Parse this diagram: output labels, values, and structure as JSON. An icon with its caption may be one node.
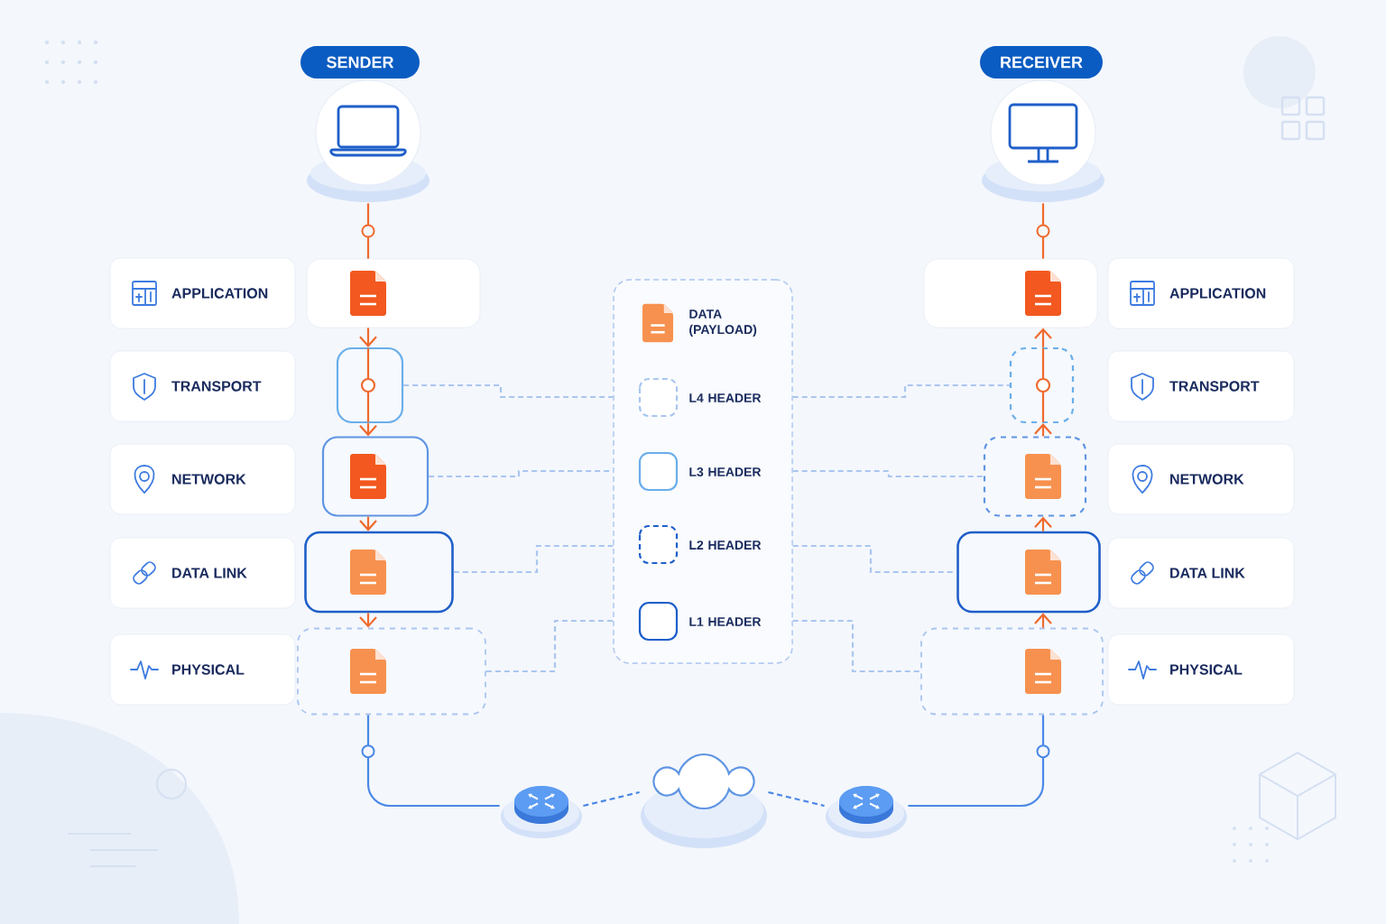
{
  "diagram": {
    "nodes": [
      {
        "text": [
          "SENDER"
        ]
      },
      {
        "text": [],
        "shape": "picture"
      },
      {
        "text": [
          "RECEIVER"
        ]
      },
      {
        "text": [],
        "shape": "picture"
      },
      {
        "text": [
          "APPLICATION"
        ]
      },
      {
        "text": [
          "TRANSPORT"
        ]
      },
      {
        "text": [
          "NETWORK"
        ]
      },
      {
        "text": [
          "DATA LINK"
        ]
      },
      {
        "text": [
          "PHYSICAL"
        ]
      },
      {
        "text": [],
        "shape": "box"
      },
      {
        "text": [],
        "shape": "box"
      },
      {
        "text": [],
        "shape": "box"
      },
      {
        "text": [],
        "shape": "box"
      },
      {
        "text": [],
        "shape": "box"
      },
      {
        "text": [],
        "shape": "box"
      },
      {
        "text": [],
        "shape": "box"
      },
      {
        "text": [],
        "shape": "box"
      },
      {
        "text": [],
        "shape": "box"
      },
      {
        "text": [],
        "shape": "box"
      },
      {
        "text": [],
        "shape": "box"
      },
      {
        "text": [
          "APPLICATION"
        ]
      },
      {
        "text": [
          "TRANSPORT"
        ]
      },
      {
        "text": [
          "NETWORK"
        ]
      },
      {
        "text": [
          "DATA LINK"
        ]
      },
      {
        "text": [
          "PHYSICAL"
        ]
      },
      {
        "text": [],
        "shape": "picture"
      },
      {
        "text": [],
        "shape": "cloud"
      },
      {
        "text": [],
        "shape": "picture"
      }
    ],
    "edges": [
      {
        "from": 1,
        "to": 9,
        "arrow": "none"
      },
      {
        "from": 9,
        "to": 10,
        "arrow": "to"
      },
      {
        "from": 10,
        "to": 11,
        "arrow": "to"
      },
      {
        "from": 11,
        "to": 12,
        "arrow": "to"
      },
      {
        "from": 12,
        "to": 13,
        "arrow": "to"
      },
      {
        "from": 13,
        "to": 25,
        "arrow": "none",
        "color": "#4a88e6"
      },
      {
        "from": 25,
        "to": 26,
        "arrow": "none",
        "style": "dashed",
        "color": "#4a88e6"
      },
      {
        "from": 26,
        "to": 27,
        "arrow": "none",
        "style": "dashed",
        "color": "#4a88e6"
      },
      {
        "from": 27,
        "to": 19,
        "arrow": "none",
        "color": "#4a88e6"
      },
      {
        "from": 19,
        "to": 18,
        "arrow": "to"
      },
      {
        "from": 18,
        "to": 17,
        "arrow": "to"
      },
      {
        "from": 17,
        "to": 16,
        "arrow": "to"
      },
      {
        "from": 16,
        "to": 15,
        "arrow": "to"
      },
      {
        "from": 15,
        "to": 3,
        "arrow": "none"
      },
      {
        "from": 10,
        "to": 14,
        "arrow": "none",
        "style": "dashed",
        "color": "#aac6f0"
      },
      {
        "from": 11,
        "to": 14,
        "arrow": "none",
        "style": "dashed",
        "color": "#aac6f0"
      },
      {
        "from": 12,
        "to": 14,
        "arrow": "none",
        "style": "dashed",
        "color": "#aac6f0"
      },
      {
        "from": 13,
        "to": 14,
        "arrow": "none",
        "style": "dashed",
        "color": "#aac6f0"
      },
      {
        "from": 14,
        "to": 16,
        "arrow": "none",
        "style": "dashed",
        "color": "#aac6f0"
      },
      {
        "from": 14,
        "to": 17,
        "arrow": "none",
        "style": "dashed",
        "color": "#aac6f0"
      },
      {
        "from": 14,
        "to": 18,
        "arrow": "none",
        "style": "dashed",
        "color": "#aac6f0"
      },
      {
        "from": 14,
        "to": 19,
        "arrow": "none",
        "style": "dashed",
        "color": "#aac6f0"
      }
    ],
    "legend": [
      {
        "text": "DATA (PAYLOAD)"
      },
      {
        "text": "L4 HEADER"
      },
      {
        "text": "L3 HEADER"
      },
      {
        "text": "L2 HEADER"
      },
      {
        "text": "L1 HEADER"
      }
    ]
  }
}
